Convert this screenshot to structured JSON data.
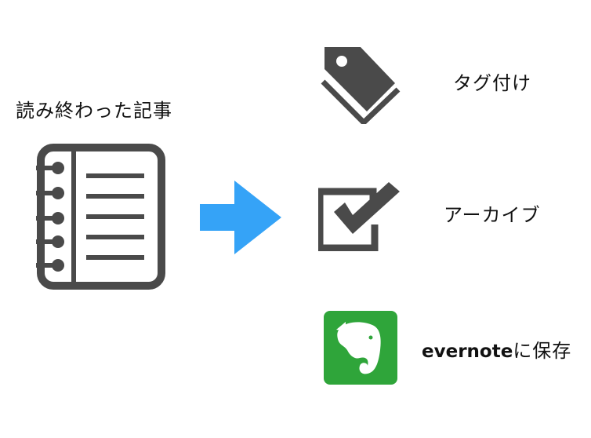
{
  "source": {
    "label": "読み終わった記事",
    "icon": "notebook-icon"
  },
  "arrow": {
    "icon": "arrow-right-icon",
    "color": "#35a3f7"
  },
  "actions": [
    {
      "label": "タグ付け",
      "icon": "tag-icon"
    },
    {
      "label": "アーカイブ",
      "icon": "checkbox-icon"
    },
    {
      "brand": "evernote",
      "suffix": "に保存",
      "icon": "evernote-elephant-icon",
      "color": "#2fa53a"
    }
  ],
  "colors": {
    "icon_gray": "#4a4a4a",
    "text": "#111111"
  }
}
